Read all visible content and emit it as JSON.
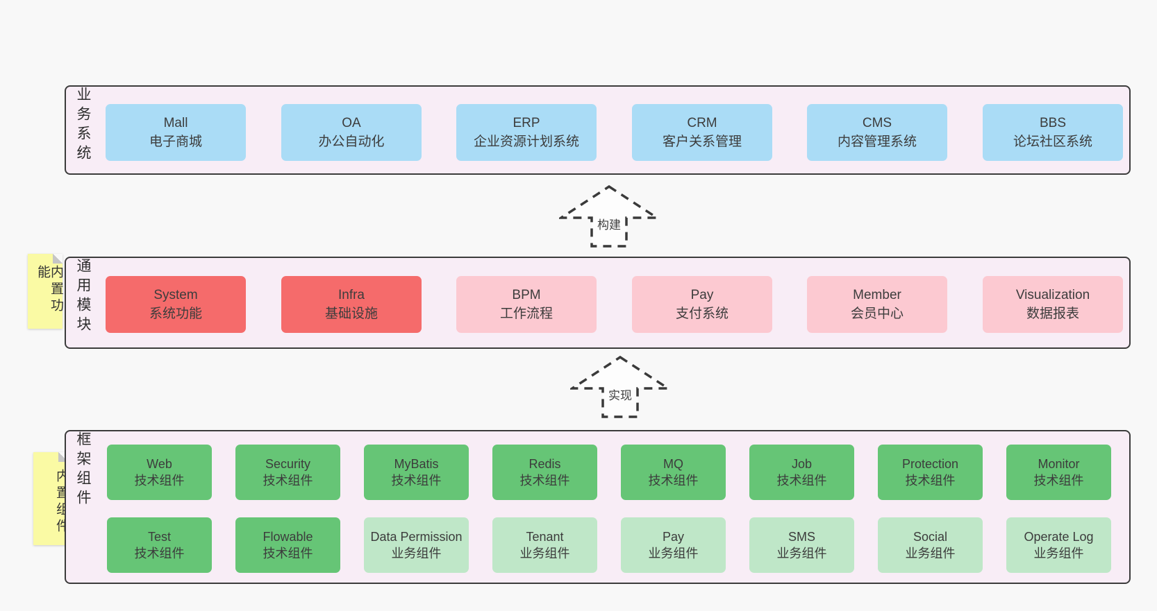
{
  "colors": {
    "page_bg": "#f8f8f8",
    "panel_bg": "#f8edf6",
    "panel_border": "#3b3b3b",
    "business_box_blue": "#aadcf6",
    "core_module_red": "#f56b6b",
    "optional_module_pink": "#fcc9d1",
    "tech_component_green": "#66c576",
    "biz_component_light_green": "#bfe7c8",
    "sticky_yellow": "#fafaa4",
    "text": "#3c3c3c"
  },
  "business": {
    "side_label": "业务系统",
    "boxes": [
      {
        "title": "Mall",
        "subtitle": "电子商城"
      },
      {
        "title": "OA",
        "subtitle": "办公自动化"
      },
      {
        "title": "ERP",
        "subtitle": "企业资源计划系统"
      },
      {
        "title": "CRM",
        "subtitle": "客户关系管理"
      },
      {
        "title": "CMS",
        "subtitle": "内容管理系统"
      },
      {
        "title": "BBS",
        "subtitle": "论坛社区系统"
      }
    ]
  },
  "arrows": {
    "build": {
      "label": "构建"
    },
    "implement": {
      "label": "实现"
    }
  },
  "modules": {
    "sticky_label": "内置功能",
    "side_label": "通用模块",
    "boxes": [
      {
        "title": "System",
        "subtitle": "系统功能"
      },
      {
        "title": "Infra",
        "subtitle": "基础设施"
      },
      {
        "title": "BPM",
        "subtitle": "工作流程"
      },
      {
        "title": "Pay",
        "subtitle": "支付系统"
      },
      {
        "title": "Member",
        "subtitle": "会员中心"
      },
      {
        "title": "Visualization",
        "subtitle": "数据报表"
      }
    ]
  },
  "components": {
    "sticky_label": "内置组件",
    "side_label": "框架组件",
    "row1": [
      {
        "title": "Web",
        "subtitle": "技术组件"
      },
      {
        "title": "Security",
        "subtitle": "技术组件"
      },
      {
        "title": "MyBatis",
        "subtitle": "技术组件"
      },
      {
        "title": "Redis",
        "subtitle": "技术组件"
      },
      {
        "title": "MQ",
        "subtitle": "技术组件"
      },
      {
        "title": "Job",
        "subtitle": "技术组件"
      },
      {
        "title": "Protection",
        "subtitle": "技术组件"
      },
      {
        "title": "Monitor",
        "subtitle": "技术组件"
      }
    ],
    "row2": [
      {
        "title": "Test",
        "subtitle": "技术组件"
      },
      {
        "title": "Flowable",
        "subtitle": "技术组件"
      },
      {
        "title": "Data Permission",
        "subtitle": "业务组件"
      },
      {
        "title": "Tenant",
        "subtitle": "业务组件"
      },
      {
        "title": "Pay",
        "subtitle": "业务组件"
      },
      {
        "title": "SMS",
        "subtitle": "业务组件"
      },
      {
        "title": "Social",
        "subtitle": "业务组件"
      },
      {
        "title": "Operate Log",
        "subtitle": "业务组件"
      }
    ]
  }
}
